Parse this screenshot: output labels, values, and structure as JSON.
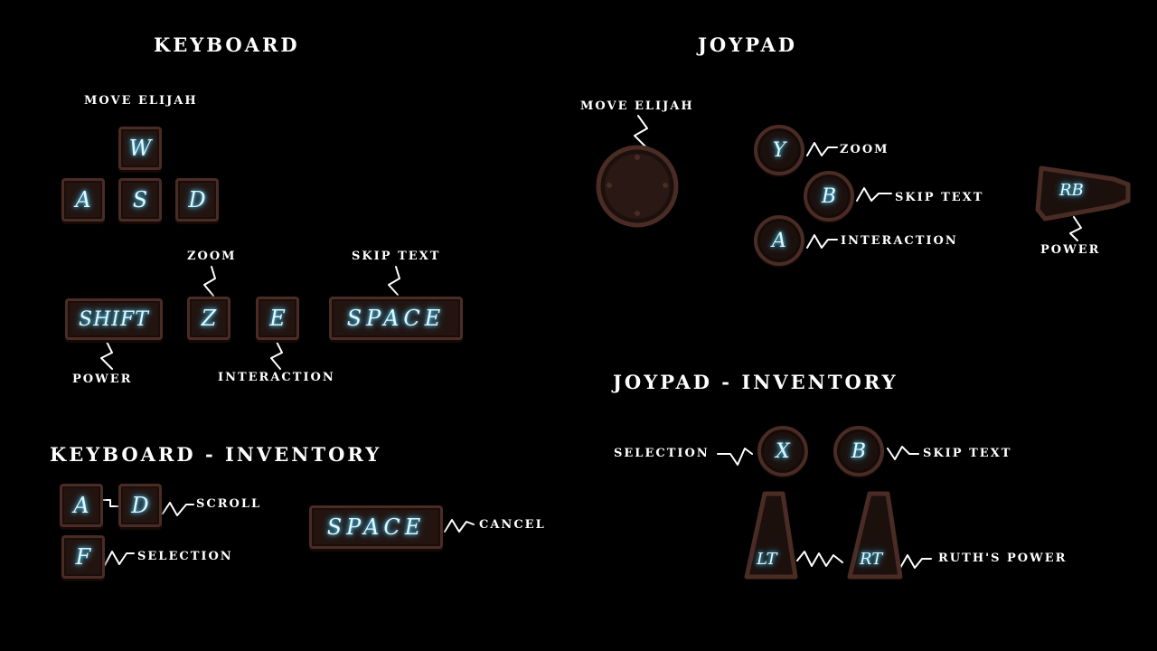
{
  "sections": {
    "keyboard": "KEYBOARD",
    "joypad": "JOYPAD",
    "keyboard_inventory": "KEYBOARD - INVENTORY",
    "joypad_inventory": "JOYPAD - INVENTORY"
  },
  "keyboard": {
    "move_label": "MOVE ELIJAH",
    "keys": {
      "w": "W",
      "a": "A",
      "s": "S",
      "d": "D",
      "shift": "SHIFT",
      "z": "Z",
      "e": "E",
      "space": "SPACE"
    },
    "zoom_label": "ZOOM",
    "skip_label": "SKIP TEXT",
    "power_label": "POWER",
    "interaction_label": "INTERACTION"
  },
  "keyboard_inventory": {
    "keys": {
      "a": "A",
      "d": "D",
      "f": "F",
      "space": "SPACE"
    },
    "scroll_label": "SCROLL",
    "selection_label": "SELECTION",
    "cancel_label": "CANCEL"
  },
  "joypad": {
    "move_label": "MOVE ELIJAH",
    "buttons": {
      "y": "Y",
      "b": "B",
      "a": "A",
      "rb": "RB"
    },
    "zoom_label": "ZOOM",
    "skip_label": "SKIP TEXT",
    "interaction_label": "INTERACTION",
    "power_label": "POWER"
  },
  "joypad_inventory": {
    "buttons": {
      "x": "X",
      "b": "B",
      "lt": "LT",
      "rt": "RT"
    },
    "selection_label": "SELECTION",
    "skip_label": "SKIP TEXT",
    "power_label": "RUTH'S POWER"
  },
  "colors": {
    "glow": "#5ed7ff",
    "key_border": "#4a2c25",
    "key_fill": "#231410"
  }
}
